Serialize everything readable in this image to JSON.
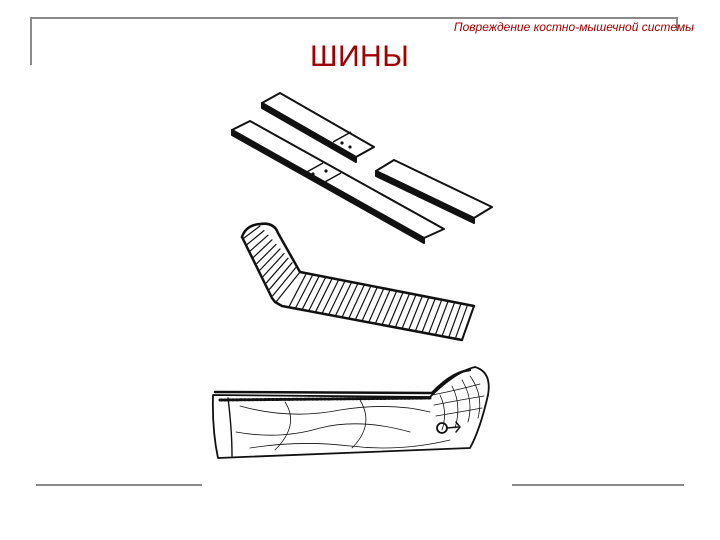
{
  "slide": {
    "subtitle": "Повреждение костно-мышечной системы",
    "title": "ШИНЫ"
  },
  "colors": {
    "title": "#a00000",
    "frame": "#8a8a8a",
    "drawing": "#111111"
  },
  "illustration": {
    "items": [
      "wooden-board-splints",
      "ladder-wire-splint",
      "inflatable-splint"
    ]
  }
}
